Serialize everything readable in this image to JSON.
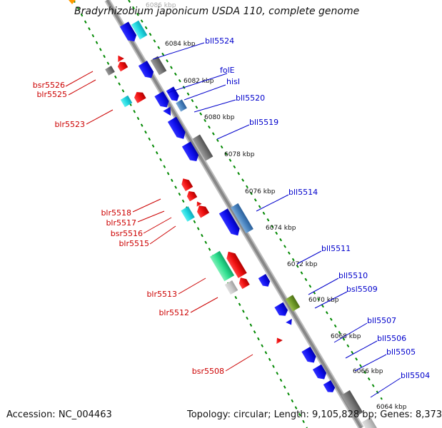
{
  "title": "Bradyrhizobium japonicum USDA 110, complete genome",
  "footer": {
    "accession": "Accession: NC_004463",
    "info": "Topology: circular; Length: 9,105,828 bp; Genes: 8,373"
  },
  "colors": {
    "backbone": "#808080",
    "ruler": "#008800",
    "forward_genes": "#0000ee",
    "reverse_genes": "#ee0000",
    "label_forward": "#0000cc",
    "label_reverse": "#cc0000"
  },
  "kbp_ticks": [
    "6086 kbp",
    "6084 kbp",
    "6082 kbp",
    "6080 kbp",
    "6078 kbp",
    "6076 kbp",
    "6074 kbp",
    "6072 kbp",
    "6070 kbp",
    "6068 kbp",
    "6066 kbp",
    "6064 kbp"
  ],
  "right_labels": [
    "bll5524",
    "folE",
    "hisI",
    "bll5520",
    "bll5519",
    "bll5514",
    "bll5511",
    "bll5510",
    "bsl5509",
    "bll5507",
    "bll5506",
    "bll5505",
    "bll5504"
  ],
  "left_labels": [
    "bsr5526",
    "blr5525",
    "blr5523",
    "blr5518",
    "blr5517",
    "bsr5516",
    "blr5515",
    "blr5513",
    "blr5512",
    "bsr5508"
  ]
}
